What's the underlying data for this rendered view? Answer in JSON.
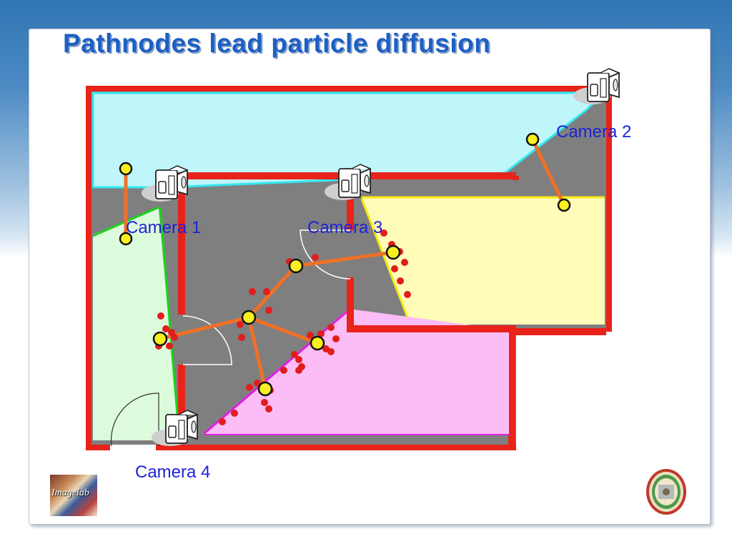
{
  "title": "Pathnodes lead particle diffusion",
  "cameras": [
    {
      "id": "cam1",
      "label": "Camera 1"
    },
    {
      "id": "cam2",
      "label": "Camera 2"
    },
    {
      "id": "cam3",
      "label": "Camera 3"
    },
    {
      "id": "cam4",
      "label": "Camera 4"
    }
  ],
  "logo_left_text": "Imagelab",
  "colors": {
    "wall": "#e8231a",
    "floor": "#7f7f7f",
    "fov_cam1": "#dcfadc",
    "fov_cam2": "#bff6fb",
    "fov_cam3": "#fffbb8",
    "fov_cam4": "#fcbcf6",
    "pathnode": "#f8ee20",
    "path_edge": "#f07026",
    "particle": "#e21d1d",
    "title": "#1d5fc4",
    "camera_label": "#1d22d6"
  }
}
